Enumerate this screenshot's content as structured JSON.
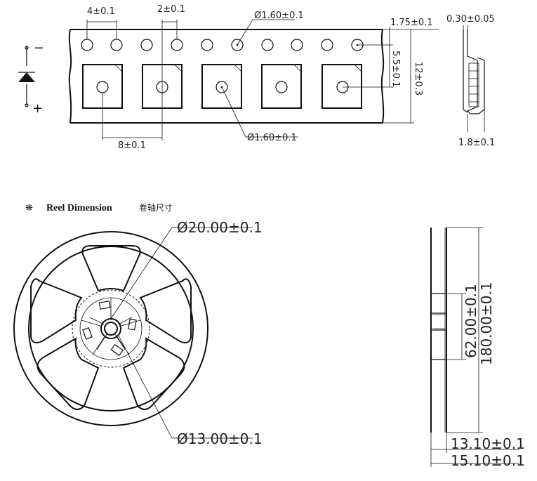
{
  "tape": {
    "hole_pitch": "4±0.1",
    "hole_to_pocket": "2±0.1",
    "sprocket_hole_dia": "Ø1.60±0.1",
    "edge_to_hole": "1.75±0.1",
    "row_offset": "5.5±0.1",
    "tape_width": "12±0.3",
    "pocket_pitch": "8±0.1",
    "pocket_hole_dia": "Ø1.60±0.1",
    "thickness": "0.30±0.05",
    "pocket_depth": "1.8±0.1"
  },
  "polarity": {
    "minus": "−",
    "plus": "+"
  },
  "reel": {
    "bullet": "❋",
    "title": "Reel Dimension",
    "title_cn": "卷轴尺寸",
    "hub_dia": "Ø20.00±0.1",
    "center_dia": "Ø13.00±0.1",
    "hub_diameter_side": "62.00±0.1",
    "reel_diameter_side": "180.00±0.1",
    "inner_width": "13.10±0.1",
    "outer_width": "15.10±0.1"
  }
}
